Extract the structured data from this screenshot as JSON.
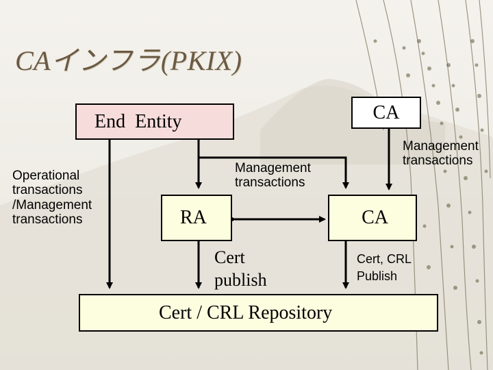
{
  "title": "CAインフラ(PKIX)",
  "nodes": {
    "end_entity": "End  Entity",
    "ca_top": "CA",
    "ra": "RA",
    "ca_mid": "CA",
    "repository": "Cert / CRL Repository"
  },
  "labels": {
    "operational": [
      "Operational",
      "transactions",
      "/Management",
      "transactions"
    ],
    "management_mid": [
      "Management",
      "transactions"
    ],
    "management_right": [
      "Management",
      "transactions"
    ],
    "cert_publish": [
      "Cert",
      "publish"
    ],
    "cert_crl_publish": [
      "Cert, CRL",
      "Publish"
    ]
  },
  "colors": {
    "end_entity_fill": "#f7dcdc",
    "box_fill": "#fdfde0",
    "title": "#6b5a42",
    "background": "#efede7"
  }
}
